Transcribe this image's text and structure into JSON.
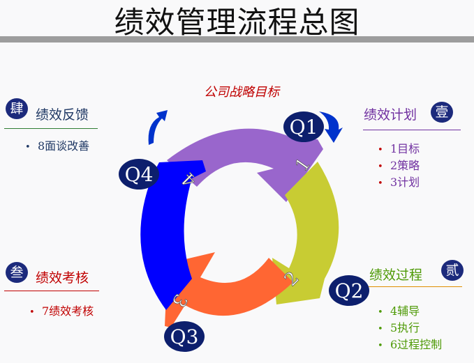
{
  "title": "绩效管理流程总图",
  "goal": "公司战略目标",
  "sections": {
    "plan": {
      "badge": "壹",
      "title": "绩效计划",
      "items": [
        "1目标",
        "2策略",
        "3计划"
      ]
    },
    "process": {
      "badge": "贰",
      "title": "绩效过程",
      "items": [
        "4辅导",
        "5执行",
        "6过程控制"
      ]
    },
    "review": {
      "badge": "叁",
      "title": "绩效考核",
      "items": [
        "7绩效考核"
      ]
    },
    "feedback": {
      "badge": "肆",
      "title": "绩效反馈",
      "items": [
        "8面谈改善"
      ]
    }
  },
  "bullet": "•",
  "cycle": {
    "stages": [
      {
        "quarter": "Q1",
        "number": "1",
        "color": "#9966cc"
      },
      {
        "quarter": "Q2",
        "number": "2",
        "color": "#c8cc33"
      },
      {
        "quarter": "Q3",
        "number": "3",
        "color": "#ff6633"
      },
      {
        "quarter": "Q4",
        "number": "4",
        "color": "#0000ff"
      }
    ]
  },
  "colors": {
    "badge": "#1c2a7c",
    "plan": "#7030a0",
    "process": "#4e9a06",
    "review": "#c00000",
    "feedback": "#1f3864",
    "goal": "#c00000"
  }
}
